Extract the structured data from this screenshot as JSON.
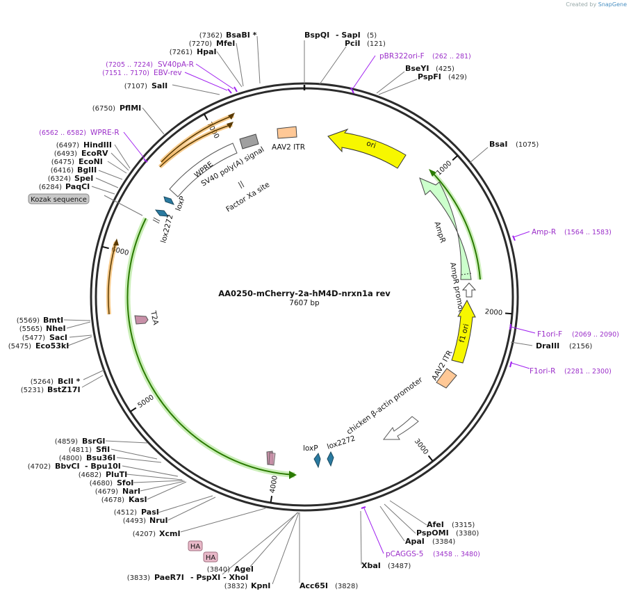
{
  "credit": {
    "prefix": "Created by",
    "brand": "SnapGene"
  },
  "plasmid": {
    "name": "AA0250-mCherry-2a-hM4D-nrxn1a rev",
    "length_label": "7607 bp",
    "length": 7607
  },
  "ticks": [
    {
      "bp": 1000,
      "label": "1000"
    },
    {
      "bp": 2000,
      "label": "2000"
    },
    {
      "bp": 3000,
      "label": "3000"
    },
    {
      "bp": 4000,
      "label": "4000"
    },
    {
      "bp": 5000,
      "label": "5000"
    },
    {
      "bp": 6000,
      "label": "6000"
    },
    {
      "bp": 7000,
      "label": "7000"
    }
  ],
  "enzymes": [
    {
      "name": "BspQI",
      "extra": "- SapI",
      "pos": "(5)"
    },
    {
      "name": "PciI",
      "pos": "(121)"
    },
    {
      "name": "BseYI",
      "pos": "(425)"
    },
    {
      "name": "PspFI",
      "pos": "(429)"
    },
    {
      "name": "BsaI",
      "pos": "(1075)"
    },
    {
      "name": "DraIII",
      "pos": "(2156)"
    },
    {
      "name": "AfeI",
      "pos": "(3315)"
    },
    {
      "name": "PspOMI",
      "pos": "(3380)"
    },
    {
      "name": "ApaI",
      "pos": "(3384)"
    },
    {
      "name": "XbaI",
      "pos": "(3487)"
    },
    {
      "name": "Acc65I",
      "pos": "(3828)"
    },
    {
      "name": "KpnI",
      "pos": "(3832)"
    },
    {
      "name": "AgeI",
      "pos": "(3840)"
    },
    {
      "name": "PaeR7I",
      "extra": "- PspXI  - XhoI",
      "pos": "(3833)"
    },
    {
      "name": "XcmI",
      "pos": "(4207)"
    },
    {
      "name": "NruI",
      "pos": "(4493)"
    },
    {
      "name": "PasI",
      "pos": "(4512)"
    },
    {
      "name": "KasI",
      "pos": "(4678)"
    },
    {
      "name": "NarI",
      "pos": "(4679)"
    },
    {
      "name": "SfoI",
      "pos": "(4680)"
    },
    {
      "name": "PluTI",
      "pos": "(4682)"
    },
    {
      "name": "BbvCI",
      "extra": "- Bpu10I",
      "pos": "(4702)"
    },
    {
      "name": "Bsu36I",
      "pos": "(4800)"
    },
    {
      "name": "SfiI",
      "pos": "(4811)"
    },
    {
      "name": "BsrGI",
      "pos": "(4859)"
    },
    {
      "name": "BstZ17I",
      "pos": "(5231)"
    },
    {
      "name": "BclI *",
      "pos": "(5264)"
    },
    {
      "name": "Eco53kI",
      "pos": "(5475)"
    },
    {
      "name": "SacI",
      "pos": "(5477)"
    },
    {
      "name": "NheI",
      "pos": "(5565)"
    },
    {
      "name": "BmtI",
      "pos": "(5569)"
    },
    {
      "name": "PaqCI",
      "pos": "(6284)"
    },
    {
      "name": "SpeI",
      "pos": "(6324)"
    },
    {
      "name": "BglII",
      "pos": "(6416)"
    },
    {
      "name": "EcoNI",
      "pos": "(6475)"
    },
    {
      "name": "EcoRV",
      "pos": "(6493)"
    },
    {
      "name": "HindIII",
      "pos": "(6497)"
    },
    {
      "name": "PflMI",
      "pos": "(6750)"
    },
    {
      "name": "SalI",
      "pos": "(7107)"
    },
    {
      "name": "HpaI",
      "pos": "(7261)"
    },
    {
      "name": "MfeI",
      "pos": "(7270)"
    },
    {
      "name": "BsaBI *",
      "pos": "(7362)"
    }
  ],
  "primers": [
    {
      "name": "pBR322ori-F",
      "pos": "(262 .. 281)"
    },
    {
      "name": "Amp-R",
      "pos": "(1564 .. 1583)"
    },
    {
      "name": "F1ori-F",
      "pos": "(2069 .. 2090)"
    },
    {
      "name": "F1ori-R",
      "pos": "(2281 .. 2300)"
    },
    {
      "name": "pCAGGS-5",
      "pos": "(3458 .. 3480)"
    },
    {
      "name": "WPRE-R",
      "pos": "(6562 .. 6582)"
    },
    {
      "name": "EBV-rev",
      "pos": "(7151 .. 7170)"
    },
    {
      "name": "SV40pA-R",
      "pos": "(7205 .. 7224)"
    }
  ],
  "features": {
    "ori": "ori",
    "ampr": "AmpR",
    "ampr_promoter": "AmpR promoter",
    "f1_ori": "f1 ori",
    "aav2_itr_right": "AAV2 ITR",
    "cba_promoter": "chicken β-actin promoter",
    "loxp_bottom": "loxP",
    "lox2272_bottom": "lox2272",
    "t2a": "T2A",
    "lox2272_left": "lox2272",
    "loxp_left": "loxP",
    "wpre": "WPRE",
    "sv40_polya": "SV40 poly(A) signal",
    "factor_xa": "Factor Xa site",
    "aav2_itr_top": "AAV2 ITR",
    "kozak": "Kozak sequence",
    "ha1": "HA",
    "ha2": "HA"
  },
  "colors": {
    "backbone": "#2b2b2b",
    "ori": "#f7f700",
    "ampr": "#ccffcc",
    "itr": "#ffc896",
    "primer": "#a020f0",
    "cds_green_outline": "#2a7a00",
    "orange": "#f0a030",
    "lox": "#2a7aa0",
    "sv40": "#a0a0a0",
    "t2a": "#c890a8",
    "pill": "#c8c8c8",
    "ha_pill": "#e8b8c8"
  }
}
